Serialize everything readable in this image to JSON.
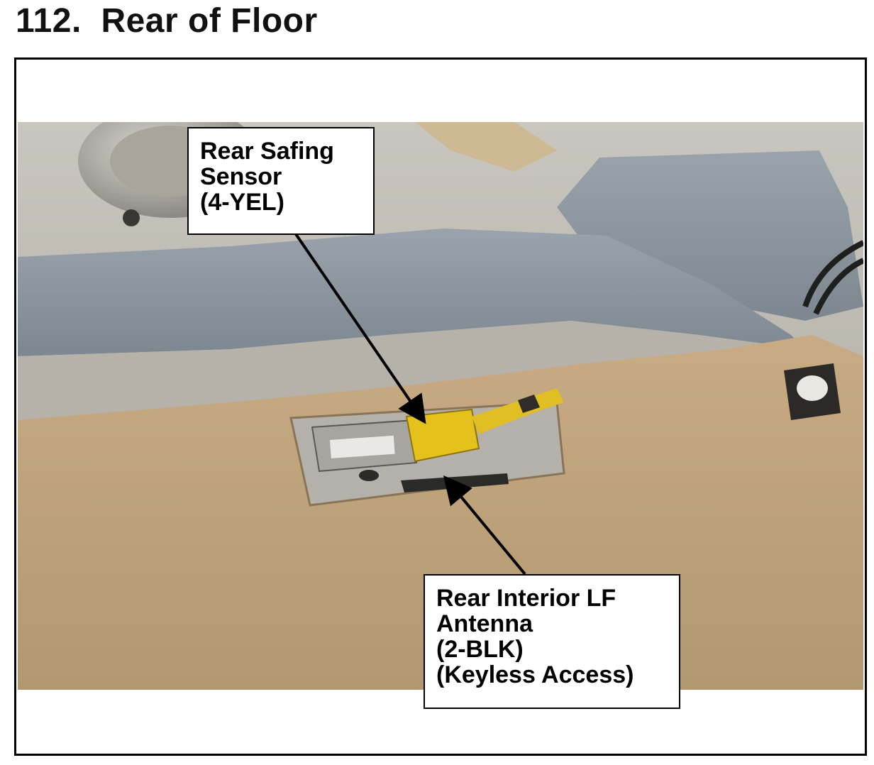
{
  "page": {
    "title": "112.  Rear of Floor"
  },
  "callouts": {
    "safing_sensor": {
      "lines": [
        "Rear Safing",
        "Sensor",
        "(4-YEL)"
      ]
    },
    "lf_antenna": {
      "lines": [
        "Rear Interior LF",
        "Antenna",
        "(2-BLK)",
        "(Keyless Access)"
      ]
    }
  },
  "photo": {
    "description_colors": {
      "carpet": "#c4a77f",
      "padding": "#8e99a3",
      "connector": "#e6c21a",
      "sensor_body": "#a9a7a2"
    }
  }
}
